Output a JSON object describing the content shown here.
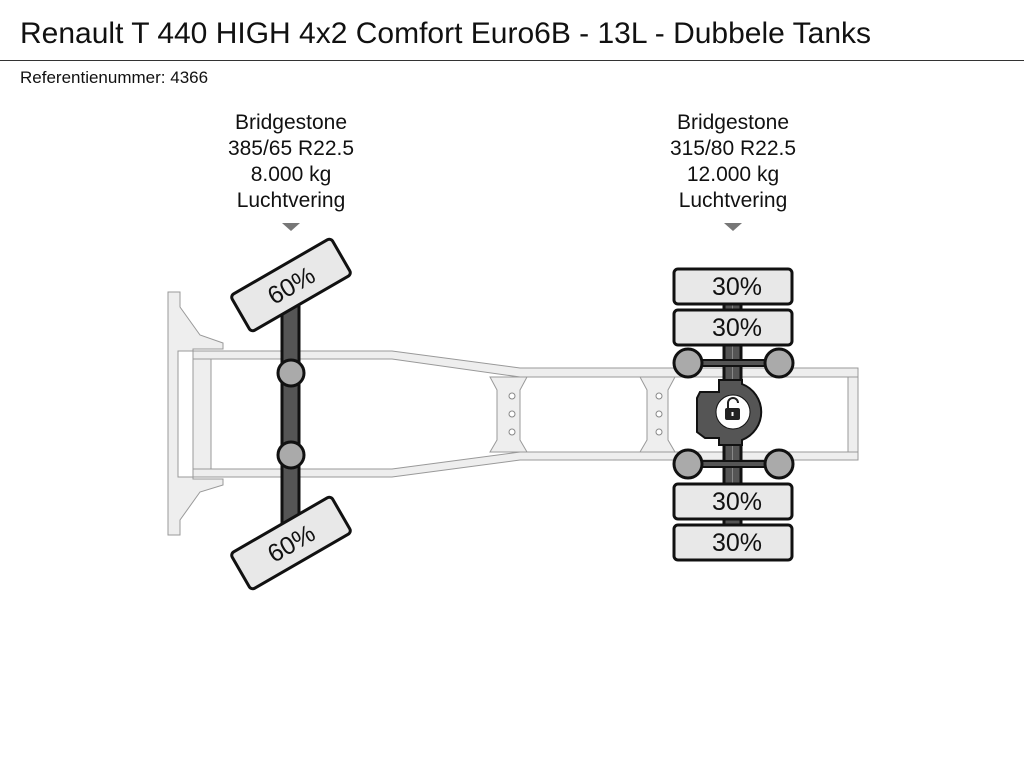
{
  "header": {
    "title": "Renault T 440 HIGH 4x2 Comfort Euro6B - 13L - Dubbele Tanks",
    "reference_label": "Referentienummer:",
    "reference_number": "4366"
  },
  "axles": [
    {
      "brand": "Bridgestone",
      "tire_size": "385/65 R22.5",
      "load": "8.000 kg",
      "suspension": "Luchtvering",
      "tires": [
        "60%",
        "60%"
      ]
    },
    {
      "brand": "Bridgestone",
      "tire_size": "315/80 R22.5",
      "load": "12.000 kg",
      "suspension": "Luchtvering",
      "tires": [
        "30%",
        "30%",
        "30%",
        "30%"
      ],
      "differential_lock": "unlocked"
    }
  ]
}
